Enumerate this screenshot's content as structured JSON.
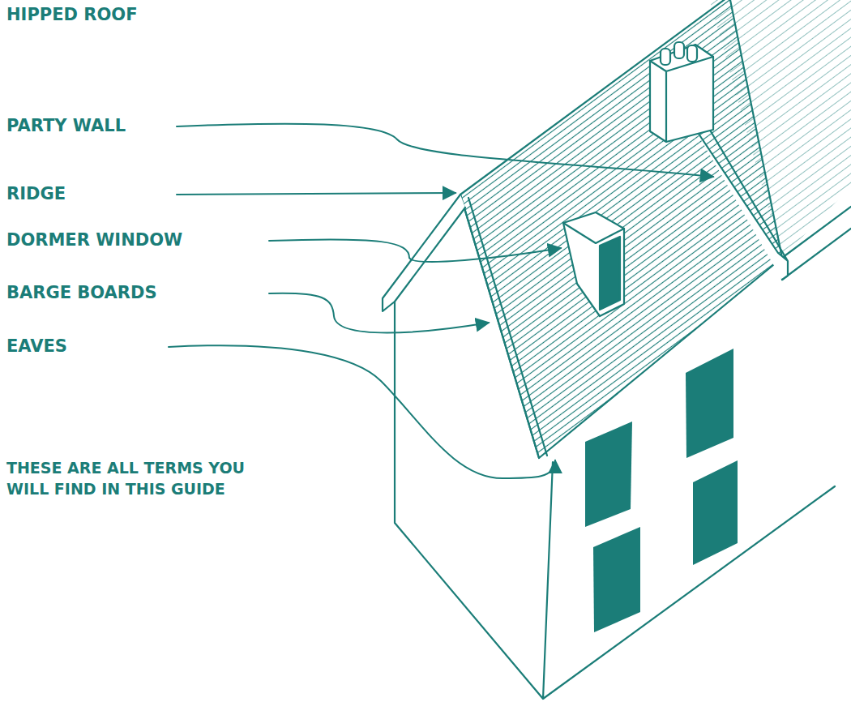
{
  "diagram": {
    "title": "HIPPED ROOF",
    "labels": [
      "PARTY WALL",
      "RIDGE",
      "DORMER WINDOW",
      "BARGE BOARDS",
      "EAVES",
      "THESE ARE ALL TERMS YOU WILL FIND IN THIS GUIDE"
    ]
  }
}
